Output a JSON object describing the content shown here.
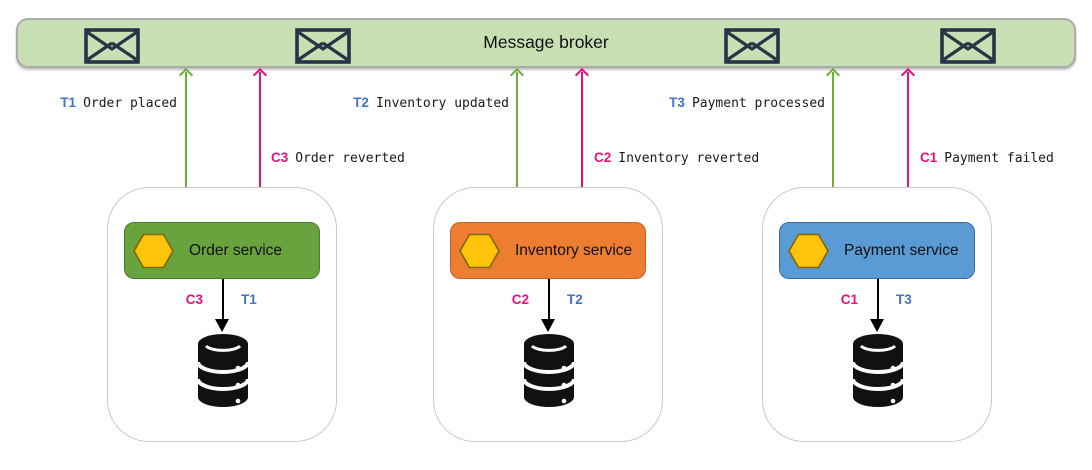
{
  "broker": {
    "label": "Message broker"
  },
  "services": [
    {
      "name": "Order service",
      "fill": "#69A33E",
      "border": "#4C7A2B",
      "transaction": {
        "code": "T1",
        "event": "Order placed"
      },
      "compensation": {
        "code": "C3",
        "event": "Order reverted"
      }
    },
    {
      "name": "Inventory service",
      "fill": "#ED7D31",
      "border": "#BC6526",
      "transaction": {
        "code": "T2",
        "event": "Inventory updated"
      },
      "compensation": {
        "code": "C2",
        "event": "Inventory reverted"
      }
    },
    {
      "name": "Payment service",
      "fill": "#5B9BD5",
      "border": "#3A6B9E",
      "transaction": {
        "code": "T3",
        "event": "Payment processed"
      },
      "compensation": {
        "code": "C1",
        "event": "Payment failed"
      }
    }
  ],
  "colors": {
    "broker_fill": "#C8DFB4",
    "transaction_green": "#71AC3F",
    "compensation_pink": "#E6117E",
    "transaction_code_blue": "#4472C4",
    "hexagon_fill": "#FFC30B",
    "hexagon_stroke": "#806600",
    "envelope_dark": "#263445",
    "database_black": "#111111"
  }
}
